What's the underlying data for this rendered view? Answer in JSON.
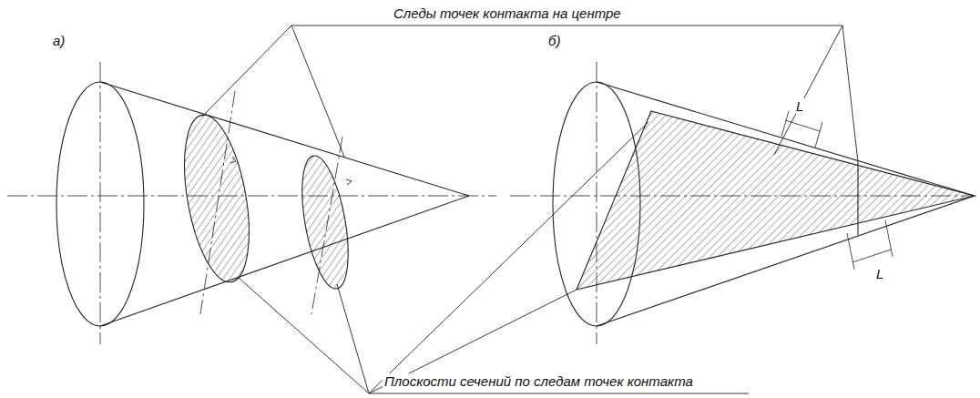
{
  "diagram": {
    "labels": [
      "Следы точек контакта на центре",
      "а)",
      "б)",
      "L",
      "L",
      "Плоскости сечений по следам точек контакта"
    ]
  }
}
